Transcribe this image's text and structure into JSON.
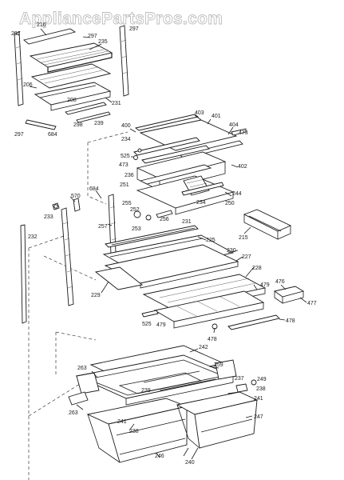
{
  "watermark": "AppliancePartsPros.com",
  "colors": {
    "line": "#1a1a1a",
    "background": "#ffffff",
    "watermark_outline": "#bdbdbd"
  },
  "parts": {
    "p216": "216",
    "p297a": "297",
    "p297b": "297",
    "p297c": "297",
    "p297d": "297",
    "p235": "235",
    "p206": "206",
    "p208": "208",
    "p231a": "231",
    "p298": "298",
    "p239": "239",
    "p684a": "684",
    "p403": "403",
    "p401": "401",
    "p404": "404",
    "p400": "400",
    "p473a": "473",
    "p234a": "234",
    "p525a": "525",
    "p473b": "473",
    "p402": "402",
    "p236": "236",
    "p251": "251",
    "p244": "244",
    "p234b": "234",
    "p250": "250",
    "p684b": "684",
    "p570": "570",
    "p233": "233",
    "p255": "255",
    "p252": "252",
    "p253": "253",
    "p256": "256",
    "p257": "257",
    "p232": "232",
    "p231b": "231",
    "p215": "215",
    "p225": "225",
    "p230": "230",
    "p227": "227",
    "p228": "228",
    "p229": "229",
    "p479a": "479",
    "p476": "476",
    "p477": "477",
    "p525b": "525",
    "p479b": "479",
    "p478a": "478",
    "p478b": "478",
    "p242": "242",
    "p259": "259",
    "p263a": "263",
    "p237": "237",
    "p249": "249",
    "p238a": "238",
    "p239b": "239",
    "p241a": "241",
    "p263b": "263",
    "p247": "247",
    "p241b": "241",
    "p238b": "238",
    "p246": "246",
    "p240": "240"
  }
}
